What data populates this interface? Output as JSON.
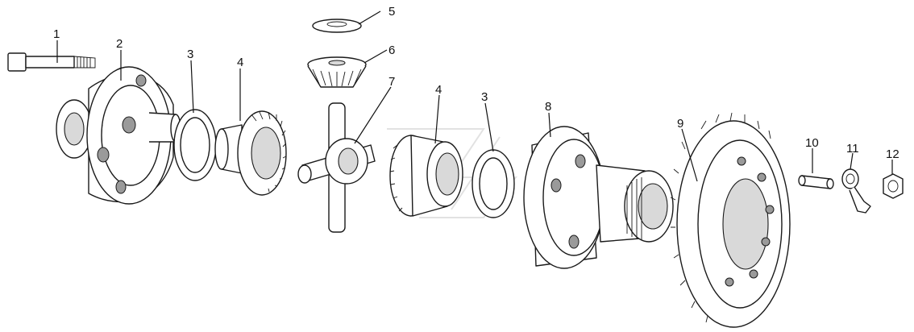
{
  "diagram": {
    "callouts": [
      {
        "id": "c1",
        "text": "1"
      },
      {
        "id": "c2",
        "text": "2"
      },
      {
        "id": "c3a",
        "text": "3"
      },
      {
        "id": "c4a",
        "text": "4"
      },
      {
        "id": "c5",
        "text": "5"
      },
      {
        "id": "c6",
        "text": "6"
      },
      {
        "id": "c7",
        "text": "7"
      },
      {
        "id": "c4b",
        "text": "4"
      },
      {
        "id": "c3b",
        "text": "3"
      },
      {
        "id": "c8",
        "text": "8"
      },
      {
        "id": "c9",
        "text": "9"
      },
      {
        "id": "c10",
        "text": "10"
      },
      {
        "id": "c11",
        "text": "11"
      },
      {
        "id": "c12",
        "text": "12"
      }
    ]
  }
}
